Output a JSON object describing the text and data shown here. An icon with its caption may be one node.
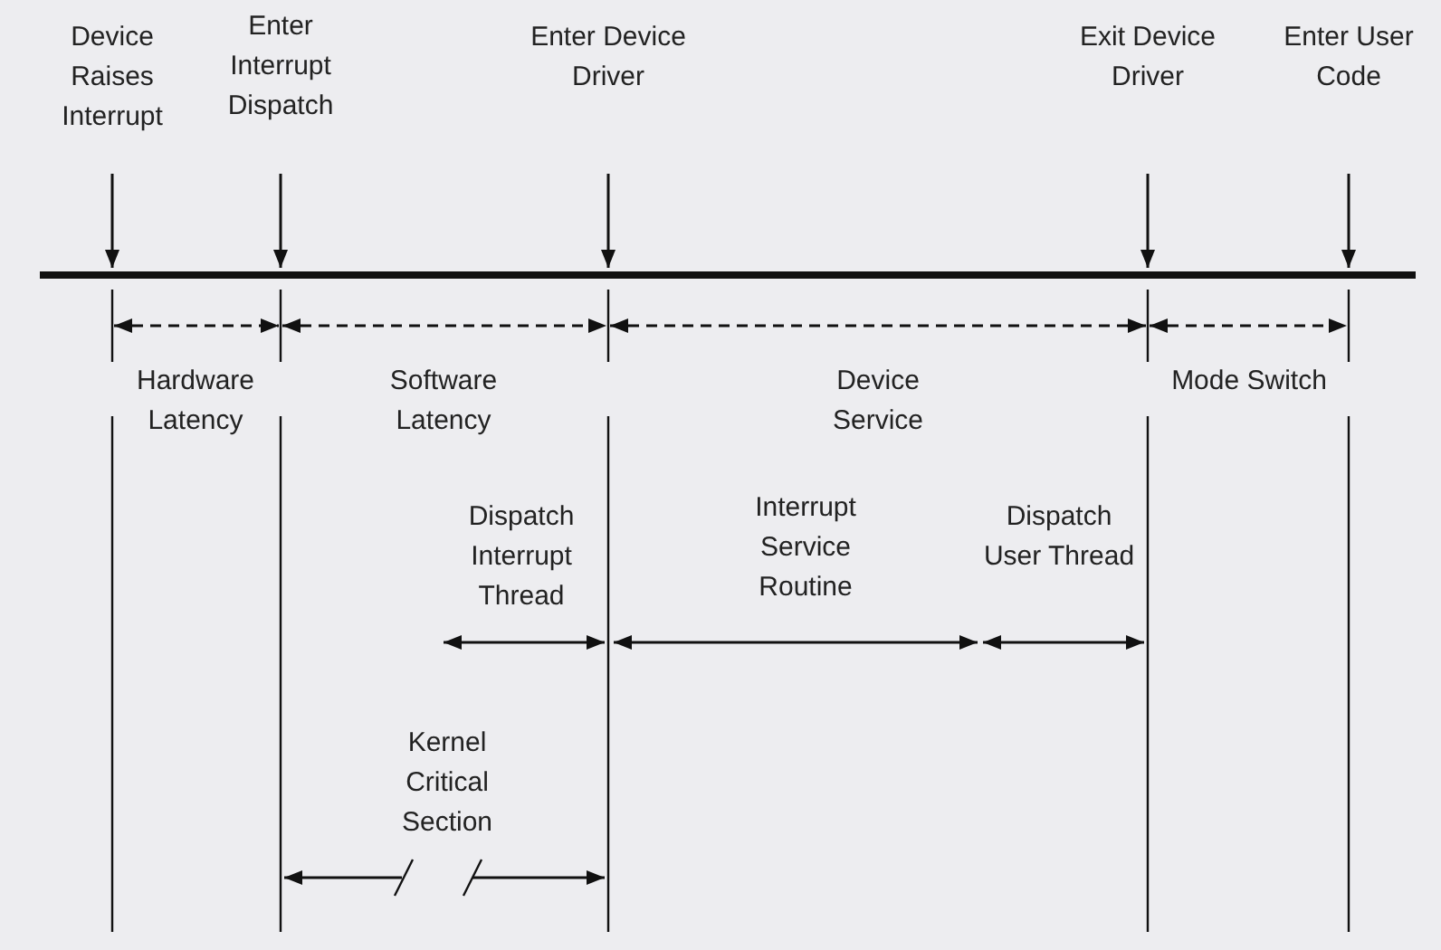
{
  "diagram": {
    "labels": [
      "Device Raises Interrupt",
      "Enter Interrupt Dispatch",
      "Enter Device Driver",
      "Exit Device Driver",
      "Enter User Code",
      "Hardware Latency",
      "Software Latency",
      "Device Service",
      "Mode Switch",
      "Dispatch Interrupt Thread",
      "Interrupt Service Routine",
      "Dispatch User Thread",
      "Kernel Critical Section"
    ]
  }
}
